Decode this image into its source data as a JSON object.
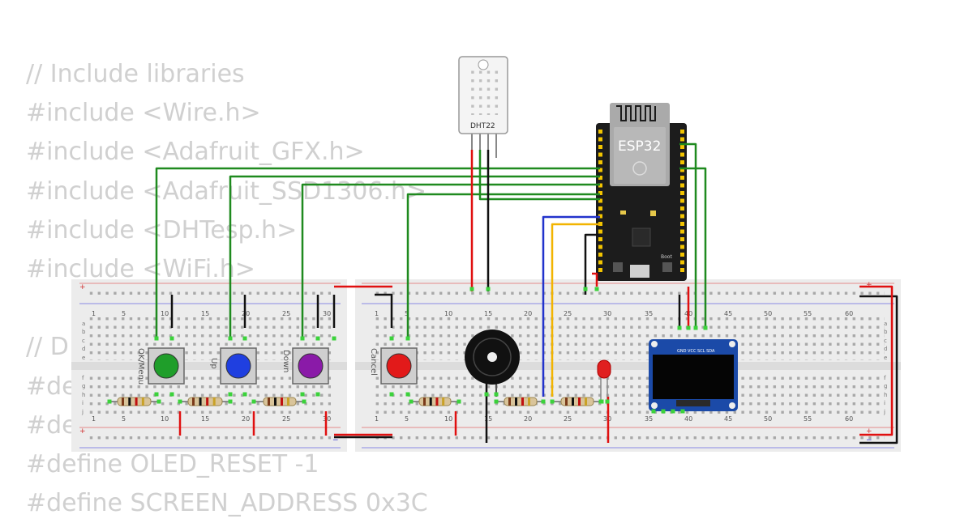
{
  "code_lines": [
    "// Include libraries",
    "#include <Wire.h>",
    "#include <Adafruit_GFX.h>",
    "#include <Adafruit_SSD1306.h>",
    "#include <DHTesp.h>",
    "#include <WiFi.h>",
    "",
    "// D",
    "#de",
    "#de",
    "#define OLED_RESET -1",
    "#define SCREEN_ADDRESS 0x3C"
  ],
  "components": {
    "dht_label": "DHT22",
    "esp_label": "ESP32",
    "oled_pins": "GND VCC SCL SDA",
    "boot_label": "Boot"
  },
  "buttons": [
    {
      "label": "OK/Menu",
      "color": "#1f9e2a"
    },
    {
      "label": "Up",
      "color": "#1f3fe0"
    },
    {
      "label": "Down",
      "color": "#8a1aa8"
    },
    {
      "label": "Cancel",
      "color": "#e21a1a"
    }
  ],
  "breadboard": {
    "left_columns": [
      "1",
      "5",
      "10",
      "15",
      "20",
      "25",
      "30"
    ],
    "right_columns": [
      "1",
      "5",
      "10",
      "15",
      "20",
      "25",
      "30",
      "35",
      "40",
      "45",
      "50",
      "55",
      "60"
    ],
    "row_letters": [
      "a",
      "b",
      "c",
      "d",
      "e",
      "f",
      "g",
      "h",
      "i",
      "j"
    ],
    "plus": "+",
    "minus": "−"
  },
  "colors": {
    "wire_green": "#1f8a1f",
    "wire_red": "#e01010",
    "wire_black": "#111111",
    "wire_blue": "#2233cc",
    "wire_yellow": "#f2b400",
    "board_bg": "#ececec",
    "esp_board": "#1c1c1c"
  }
}
